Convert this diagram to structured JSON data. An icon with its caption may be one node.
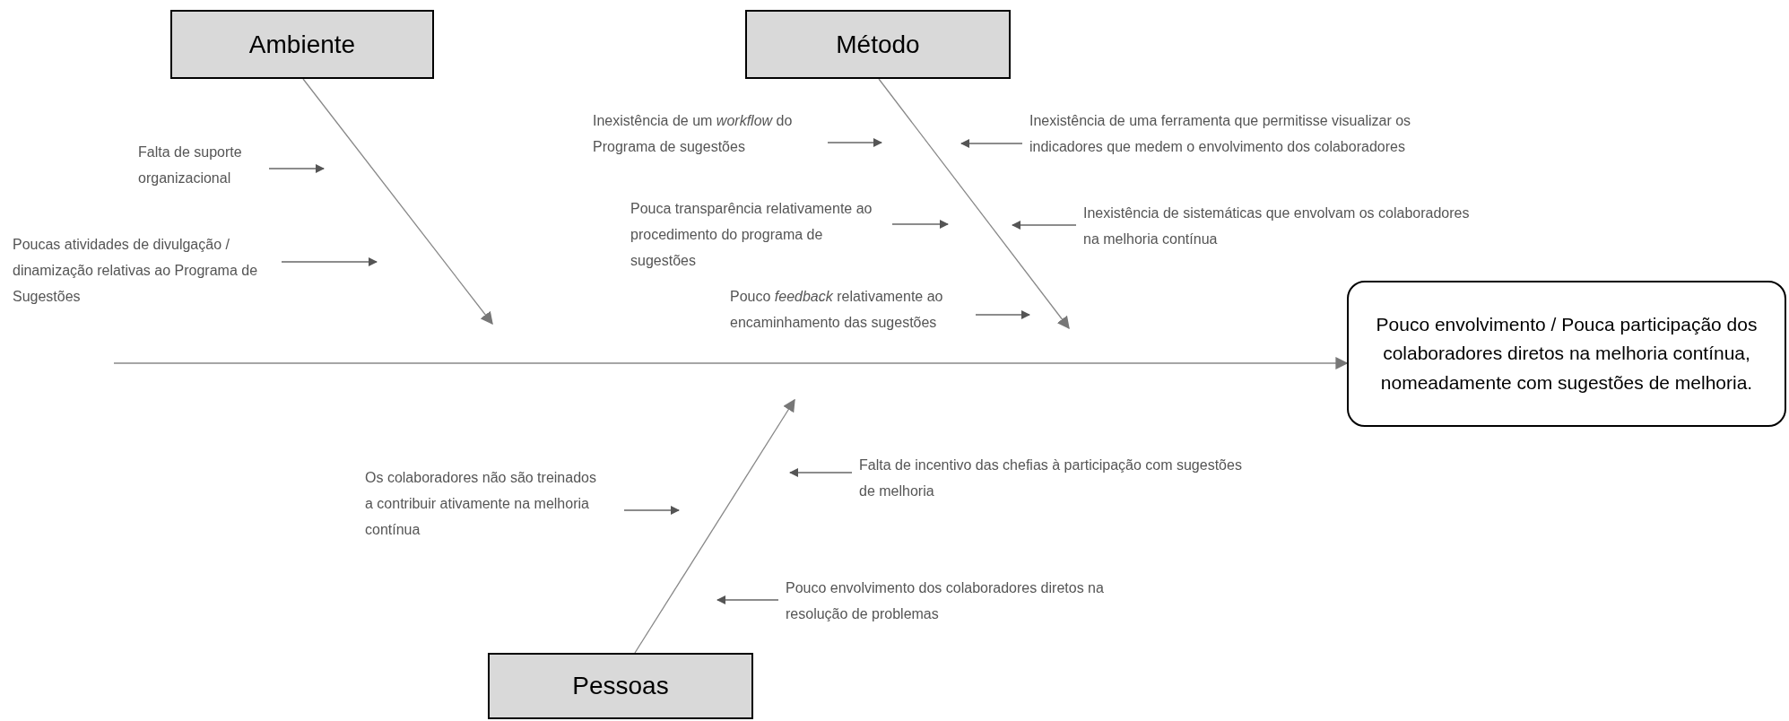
{
  "diagram": {
    "nodes": [
      {
        "text": [
          "Ambiente"
        ]
      },
      {
        "text": [
          "Método"
        ]
      },
      {
        "text": [
          "Pessoas"
        ]
      },
      {
        "text": [
          "Pouco envolvimento / Pouca participação dos colaboradores diretos na melhoria contínua, nomeadamente com sugestões de melhoria."
        ]
      },
      {
        "text": [
          "Falta de suporte organizacional"
        ]
      },
      {
        "text": [
          "Poucas atividades de divulgação / dinamização relativas ao Programa de Sugestões"
        ]
      },
      {
        "text": [
          "Inexistência de um *workflow* do Programa de sugestões"
        ]
      },
      {
        "text": [
          "Pouca transparência relativamente ao procedimento do programa de sugestões"
        ]
      },
      {
        "text": [
          "Pouco *feedback* relativamente ao encaminhamento das sugestões"
        ]
      },
      {
        "text": [
          "Inexistência de uma ferramenta que permitisse visualizar os indicadores que medem o envolvimento dos colaboradores"
        ]
      },
      {
        "text": [
          "Inexistência de sistemáticas que envolvam os colaboradores na melhoria contínua"
        ]
      },
      {
        "text": [
          "Os colaboradores não são treinados a contribuir ativamente na melhoria contínua"
        ]
      },
      {
        "text": [
          "Falta de incentivo das chefias à participação com sugestões de melhoria"
        ]
      },
      {
        "text": [
          "Pouco envolvimento dos colaboradores diretos na resolução de problemas"
        ]
      }
    ],
    "edges": [
      {
        "from": 0,
        "to": null,
        "arrow": "to"
      },
      {
        "from": 1,
        "to": null,
        "arrow": "to"
      },
      {
        "from": 2,
        "to": null,
        "arrow": "to"
      },
      {
        "from": null,
        "to": 3,
        "arrow": "to"
      },
      {
        "from": 4,
        "to": null,
        "arrow": "to"
      },
      {
        "from": 5,
        "to": null,
        "arrow": "to"
      },
      {
        "from": 6,
        "to": null,
        "arrow": "to"
      },
      {
        "from": 7,
        "to": null,
        "arrow": "to"
      },
      {
        "from": 8,
        "to": null,
        "arrow": "to"
      },
      {
        "from": 9,
        "to": null,
        "arrow": "to"
      },
      {
        "from": 10,
        "to": null,
        "arrow": "to"
      },
      {
        "from": 11,
        "to": null,
        "arrow": "to"
      },
      {
        "from": 12,
        "to": null,
        "arrow": "to"
      },
      {
        "from": 13,
        "to": null,
        "arrow": "to"
      }
    ]
  }
}
